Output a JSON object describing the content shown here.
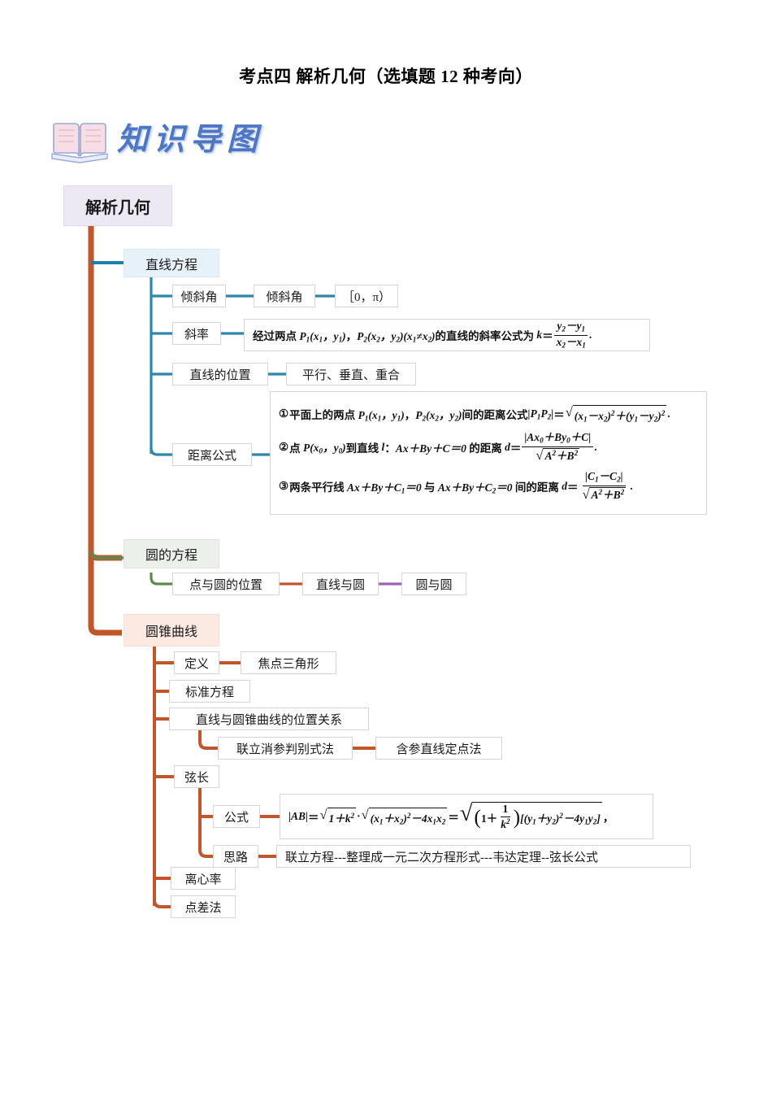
{
  "document": {
    "title": "考点四 解析几何（选填题 12 种考向）",
    "header_badge": {
      "icon": "open-book-icon",
      "text": "知识导图"
    }
  },
  "colors": {
    "trunk": "#c0562a",
    "branch_line": "#1f7fa8",
    "branch_circle": "#5f8a4e",
    "branch_conic": "#c0562a",
    "connector_purple": "#9b62b8",
    "root_bg": "#ece8f4",
    "line_bg": "#e7f1fa",
    "circle_bg": "#ecf0ea",
    "conic_bg": "#fbe9e2"
  },
  "mindmap": {
    "root": "解析几何",
    "branches": [
      {
        "title": "直线方程",
        "children": [
          {
            "label": "倾斜角",
            "chain": [
              "倾斜角",
              "［0，π）"
            ]
          },
          {
            "label": "斜率",
            "formula_id": "slope"
          },
          {
            "label": "直线的位置",
            "chain": [
              "平行、垂直、重合"
            ]
          },
          {
            "label": "距离公式",
            "formula_id": "distance"
          }
        ]
      },
      {
        "title": "圆的方程",
        "children": [
          {
            "label": "点与圆的位置",
            "chain": [
              "直线与圆",
              "圆与圆"
            ]
          }
        ]
      },
      {
        "title": "圆锥曲线",
        "children": [
          {
            "label": "定义",
            "chain": [
              "焦点三角形"
            ]
          },
          {
            "label": "标准方程",
            "chain": []
          },
          {
            "label": "直线与圆锥曲线的位置关系",
            "sub": [
              "联立消参判别式法",
              "含参直线定点法"
            ]
          },
          {
            "label": "弦长",
            "sub_nodes": [
              {
                "label": "公式",
                "formula_id": "chord"
              },
              {
                "label": "思路",
                "text": "联立方程---整理成一元二次方程形式---韦达定理--弦长公式"
              }
            ]
          },
          {
            "label": "离心率",
            "chain": []
          },
          {
            "label": "点差法",
            "chain": []
          }
        ]
      }
    ]
  },
  "formulas": {
    "slope": {
      "lead": "经过两点",
      "p1": "P",
      "p1sub": "1",
      "p1args": "(x",
      "p1args_sub1": "1",
      "p1comma": "，y",
      "p1args_sub2": "1",
      "p1close": ")",
      "p2": "P",
      "p2sub": "2",
      "cond": "(x₁≠x₂)",
      "mid": "的直线的斜率公式为",
      "k": "k",
      "numerator": "y₂−y₁",
      "denominator": "x₂−x₁",
      "plain": "经过两点 P1(x1，y1)，P2(x2，y2)(x1≠x2)的直线的斜率公式为 k=(y2−y1)/(x2−x1)."
    },
    "distance": {
      "item1_plain": "①平面上的两点 P1(x1，y1)，P2(x2，y2)间的距离公式|P1P2|=√((x1−x2)²+(y1−y2)²).",
      "item1_prefix": "①平面上的两点",
      "item1_mid": "间的距离公式",
      "item2_plain": "②点 P(x0，y0)到直线 l：Ax+By+C=0 的距离 d=|Ax0+By0+C|/√(A²+B²).",
      "item2_prefix": "②点",
      "item2_mid": "到直线",
      "item2_eq": "：Ax＋By＋C＝0",
      "item2_tail": "的距离",
      "item2_num": "|Ax₀＋By₀＋C|",
      "item2_den": "√(A²＋B²)",
      "item3_plain": "③两条平行线 Ax+By+C1=0 与 Ax+By+C2=0 间的距离 d=|C1−C2|/√(A²+B²).",
      "item3_prefix": "③两条平行线",
      "item3_and": "与",
      "item3_tail": "间的距离",
      "item3_num": "|C₁−C₂|",
      "item3_den": "√(A²＋B²)"
    },
    "chord": {
      "plain": "|AB|=√(1+k²)·√((x1+x2)²−4x1x2)=√((1+1/k²)[(y1+y2)²−4y1y2])，",
      "lhs": "|AB|",
      "part1": "√(1＋k²)",
      "part2": "√((x₁＋x₂)²−4x₁x₂)",
      "part3_frac_nu": "1",
      "part3_frac_de": "k²",
      "part3_tail": "[(y₁＋y₂)²−4y₁y₂]，"
    }
  }
}
